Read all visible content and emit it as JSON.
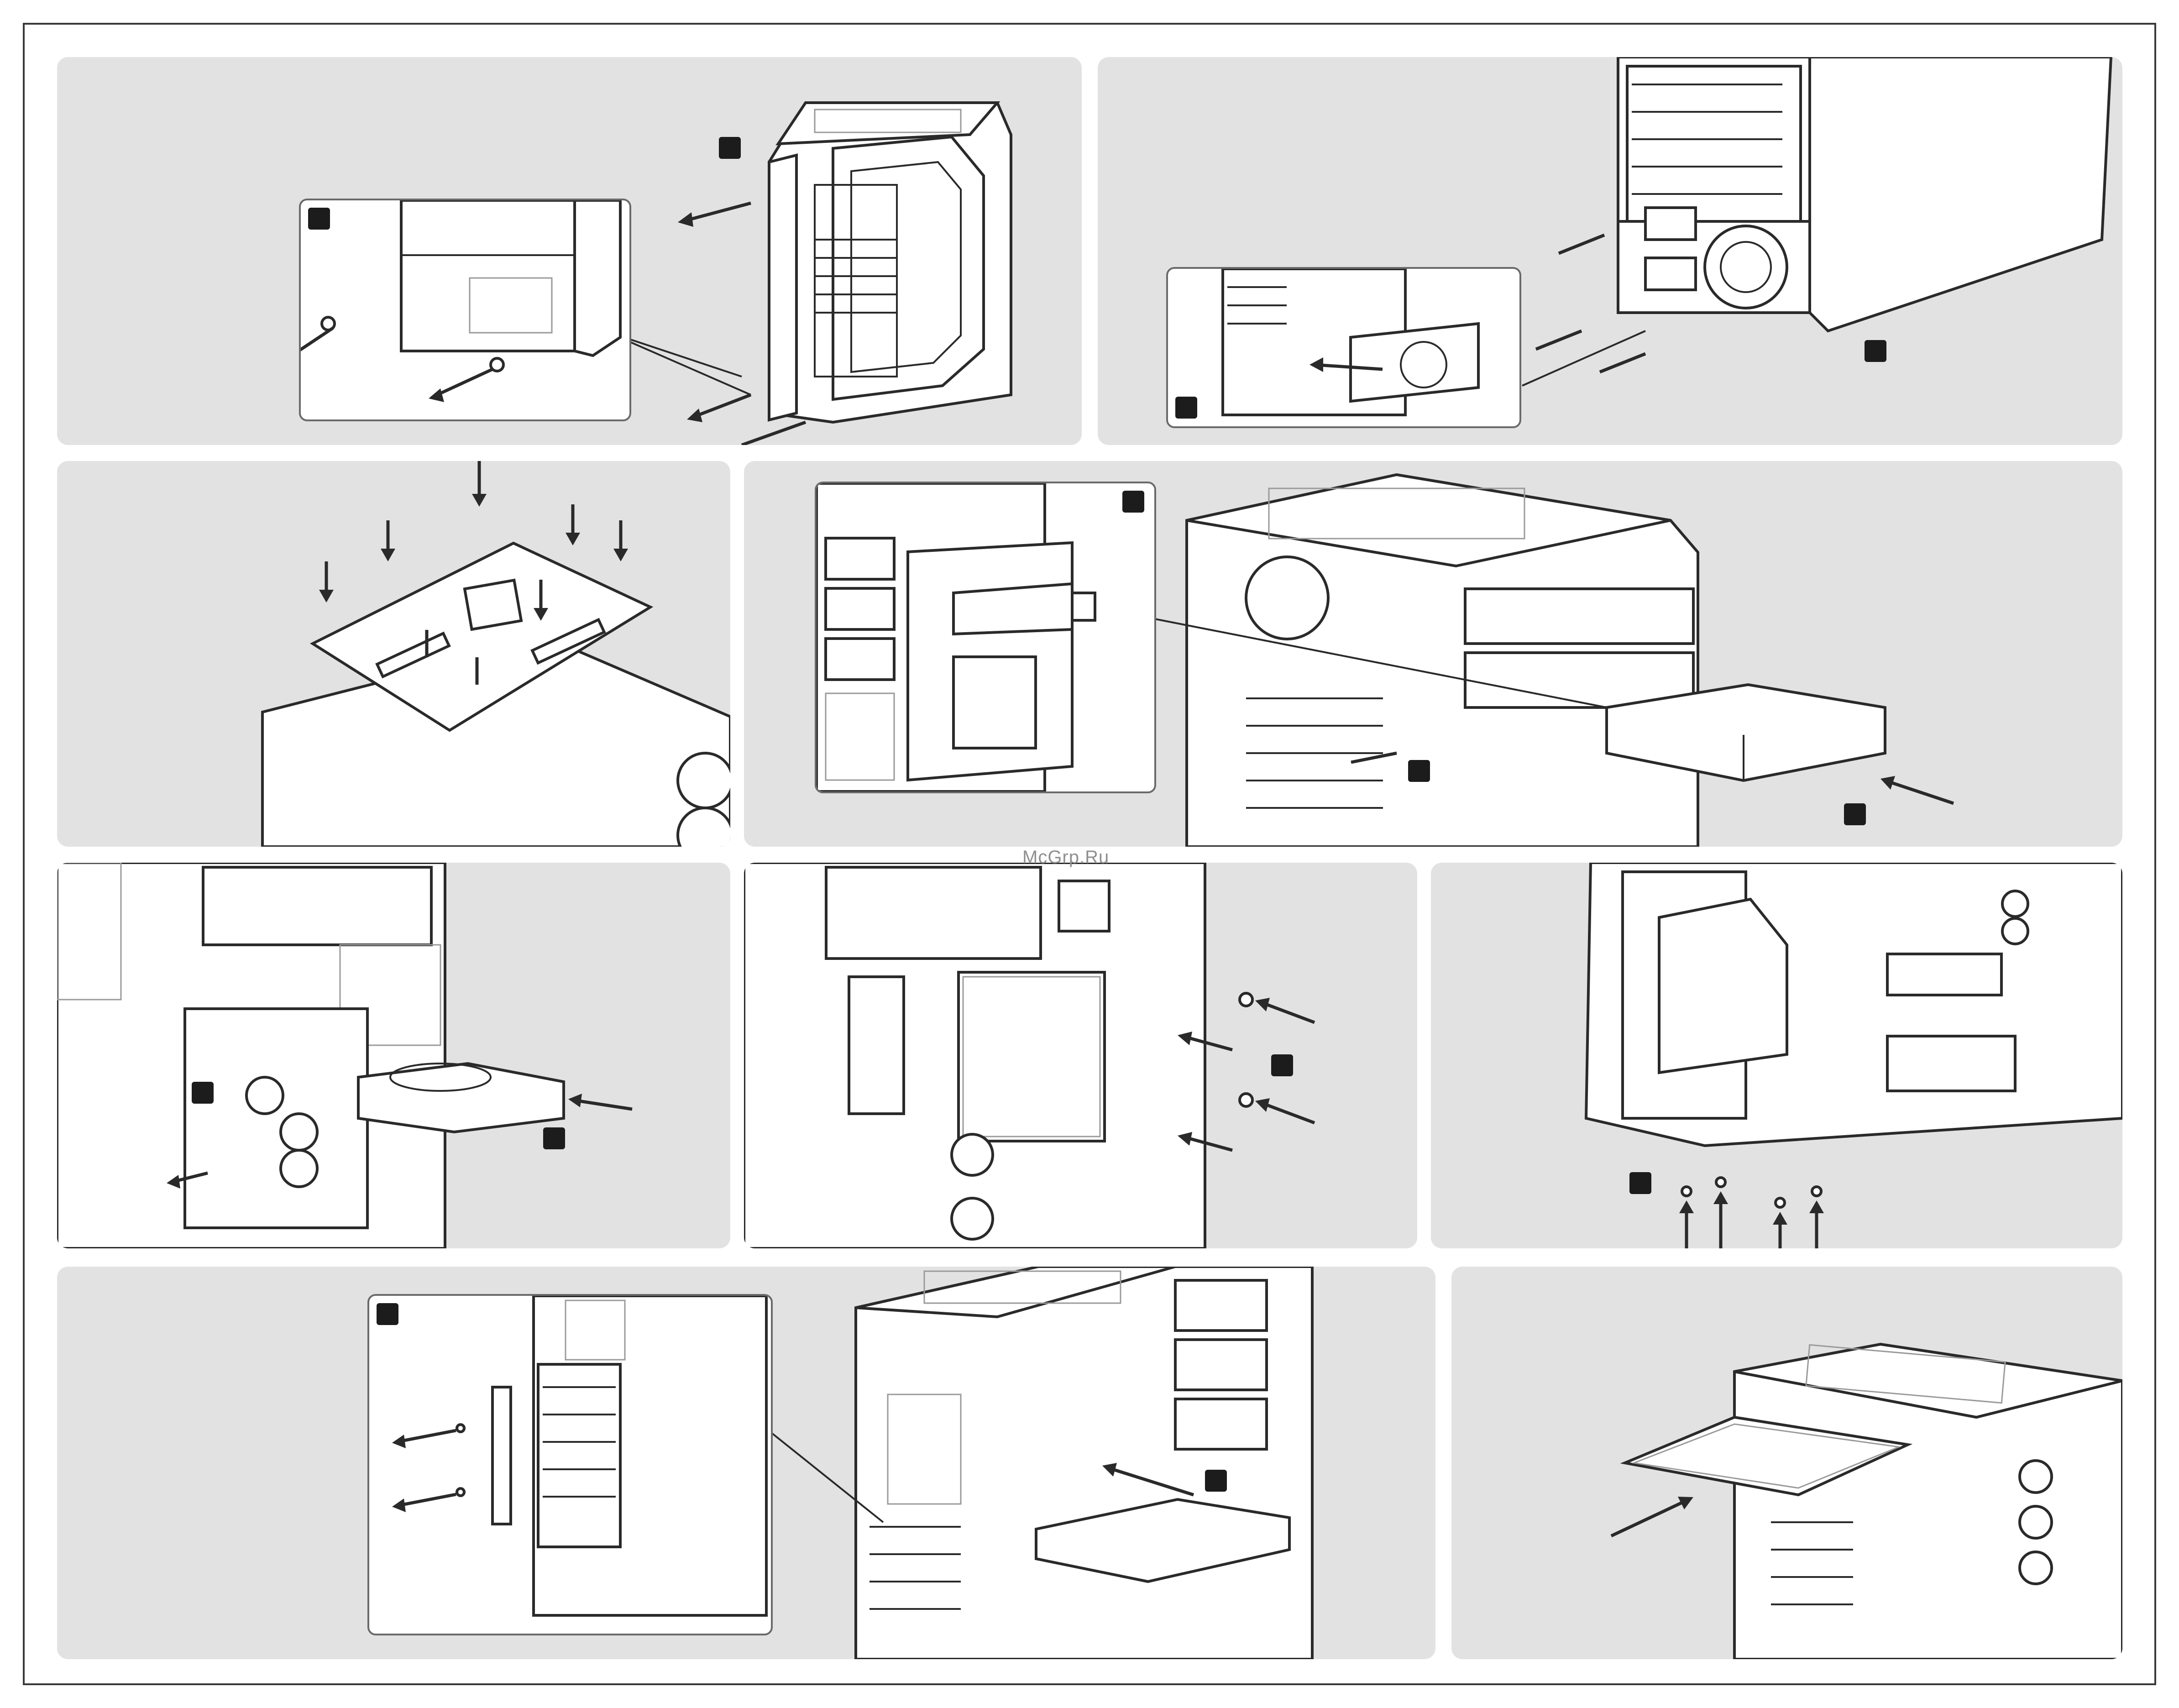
{
  "watermark": "McGrp.Ru",
  "colors": {
    "panel": "#e2e2e2",
    "line": "#2a2a2a",
    "badge": "#1c1c1c"
  },
  "panels": [
    {
      "id": "side-panel-removal"
    },
    {
      "id": "psu-install"
    },
    {
      "id": "motherboard-install"
    },
    {
      "id": "optical-drive-install"
    },
    {
      "id": "hdd-tool-free-install"
    },
    {
      "id": "hdd-screw-install"
    },
    {
      "id": "ssd-bottom-install"
    },
    {
      "id": "expansion-card-install"
    },
    {
      "id": "dust-filter-install"
    }
  ]
}
